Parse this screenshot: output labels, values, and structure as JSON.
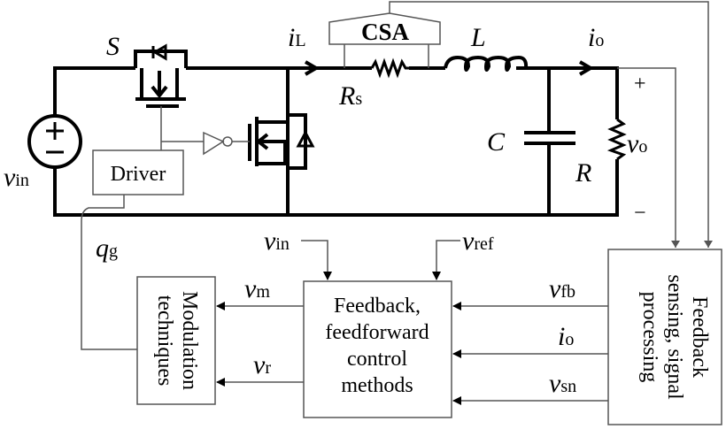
{
  "labels": {
    "switch": "S",
    "inductor_current": "i",
    "inductor_current_sub": "L",
    "csa": "CSA",
    "inductor": "L",
    "sense_resistor": "R",
    "sense_resistor_sub": "s",
    "output_current": "i",
    "output_current_sub": "o",
    "capacitor": "C",
    "load": "R",
    "output_voltage": "v",
    "output_voltage_sub": "o",
    "plus": "+",
    "minus": "−",
    "input_voltage": "v",
    "input_voltage_sub": "in",
    "gate_signal": "q",
    "gate_signal_sub": "g",
    "ctrl_vin": "v",
    "ctrl_vin_sub": "in",
    "vref": "v",
    "vref_sub": "ref",
    "vfb": "v",
    "vfb_sub": "fb",
    "io": "i",
    "io_sub": "o",
    "vsn": "v",
    "vsn_sub": "sn",
    "vm": "v",
    "vm_sub": "m",
    "vr": "v",
    "vr_sub": "r"
  },
  "blocks": {
    "driver": "Driver",
    "modulation": [
      "Modulation",
      "techniques"
    ],
    "control": [
      "Feedback,",
      "feedforward",
      "control",
      "methods"
    ],
    "sensing": [
      "Feedback",
      "sensing, signal",
      "processing"
    ]
  }
}
